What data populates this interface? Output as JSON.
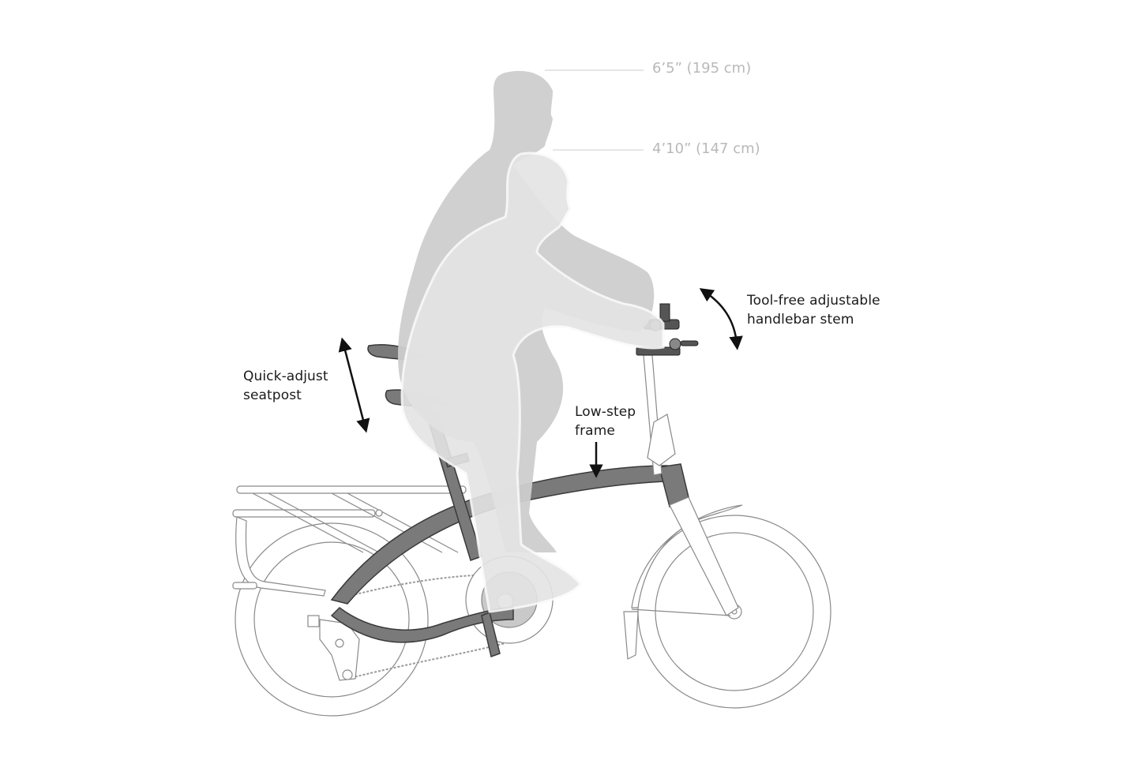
{
  "diagram": {
    "subject": "Folding e-bike with adjustable fit for riders of different heights",
    "colors": {
      "background": "#ffffff",
      "frame": "#7a7a7a",
      "frame_outline": "#3a3a3a",
      "line_art": "#8a8a8a",
      "tall_rider": "#cdcdcd",
      "short_rider": "#e3e3e3",
      "short_rider_outline": "#f7f7f7",
      "callout_text": "#1a1a1a",
      "height_text": "#b9b9b9",
      "arrow": "#111111"
    },
    "rider_heights": [
      {
        "label": "6’5” (195 cm)",
        "rider": "tall"
      },
      {
        "label": "4’10” (147 cm)",
        "rider": "short"
      }
    ],
    "callouts": {
      "handlebar": "Tool-free adjustable\nhandlebar stem",
      "seatpost": "Quick-adjust\nseatpost",
      "frame": "Low-step\nframe"
    },
    "icons": {
      "handlebar_arrow": "curved-double-arrow",
      "seatpost_arrow": "straight-double-arrow",
      "frame_arrow": "down-arrow"
    }
  }
}
